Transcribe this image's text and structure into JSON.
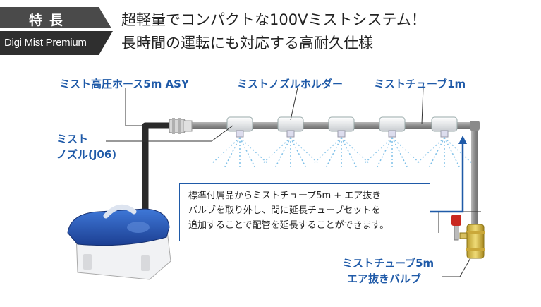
{
  "badge": {
    "title": "特長",
    "subtitle": "Digi Mist Premium"
  },
  "headline": {
    "line1": "超軽量でコンパクトな100Vミストシステム！",
    "line2": "長時間の運転にも対応する高耐久仕様"
  },
  "labels": {
    "hose": "ミスト高圧ホース5m ASY",
    "holder": "ミストノズルホルダー",
    "tube1m": "ミストチューブ1m",
    "nozzle_line1": "ミスト",
    "nozzle_line2": "ノズル(J06)",
    "tube5m": "ミストチューブ5m",
    "valve": "エア抜きバルブ"
  },
  "note": {
    "line1": "標準付属品からミストチューブ5m + エア抜き",
    "line2": "バルブを取り外し、間に延長チューブセットを",
    "line3": "追加することで配管を延長することができます。"
  },
  "colors": {
    "badge_dark": "#3c3c3c",
    "label_blue": "#1f5aa8",
    "tube_gray": "#8a8a8a",
    "spray_blue": "#6fb3e0",
    "pump_blue": "#2457b5"
  }
}
